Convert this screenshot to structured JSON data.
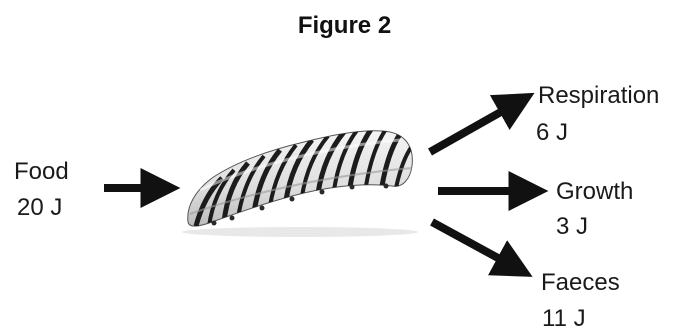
{
  "figure": {
    "title": "Figure 2",
    "organism_icon": "caterpillar-image",
    "colors": {
      "arrow": "#111111",
      "text": "#1a1a1a",
      "stripe_dark": "#1c1c1c",
      "stripe_light": "#ececec"
    }
  },
  "input": {
    "label": "Food",
    "value": "20 J"
  },
  "outputs": {
    "respiration": {
      "label": "Respiration",
      "value": "6 J"
    },
    "growth": {
      "label": "Growth",
      "value": "3 J"
    },
    "faeces": {
      "label": "Faeces",
      "value": "11 J"
    }
  }
}
